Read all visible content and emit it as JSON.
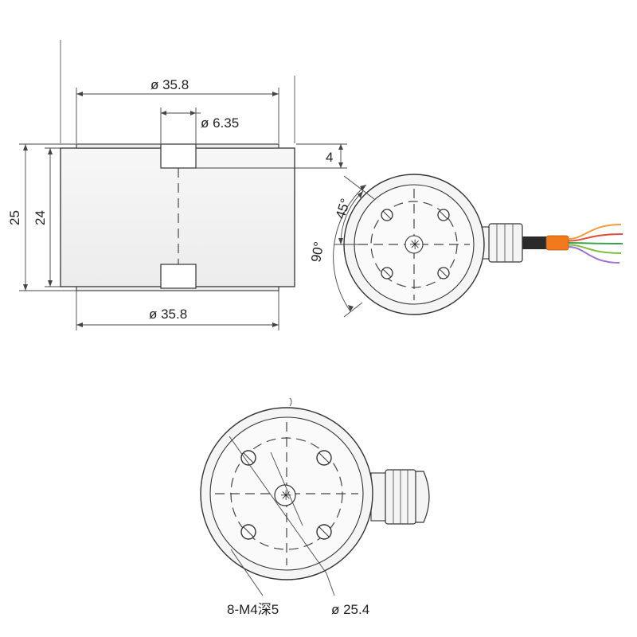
{
  "side_view": {
    "outer_diameter_top": "ø 35.8",
    "center_hole_diameter": "ø 6.35",
    "recess_depth": "4",
    "total_height": "25",
    "body_height": "24",
    "outer_diameter_bottom": "ø 35.8"
  },
  "top_view": {
    "angle_small": "45°",
    "angle_large": "90°",
    "wire_colors": [
      "#f29b3a",
      "#e24c3a",
      "#3aa34a",
      "#7fbf3f",
      "#9e6fd0"
    ],
    "cable_jacket_color": "#f07a1c"
  },
  "bottom_view": {
    "thread_callout": "8-M4深5",
    "bolt_circle_diameter": "ø 25.4"
  }
}
